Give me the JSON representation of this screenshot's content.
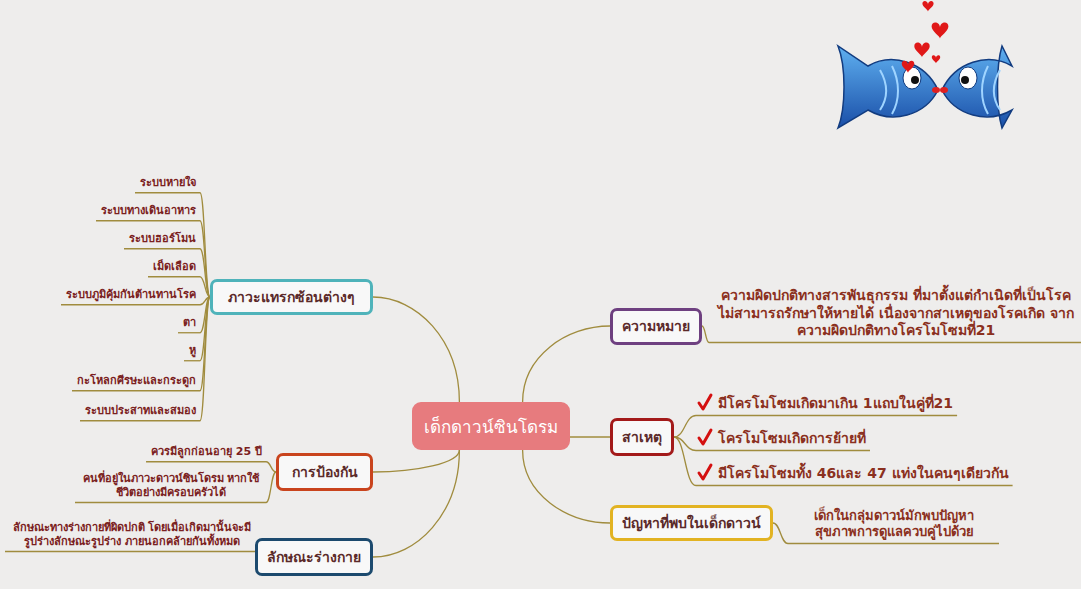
{
  "diagram": {
    "nodes": [
      {
        "text": [
          "เด็กดาวน์ซินโดรม"
        ]
      },
      {
        "text": [
          "ความหมาย"
        ]
      },
      {
        "text": [
          "สาเหตุ"
        ]
      },
      {
        "text": [
          "ปัญหาที่พบในเด็กดาวน์"
        ]
      },
      {
        "text": [
          "ภาวะแทรกซ้อนต่างๆ"
        ]
      },
      {
        "text": [
          "การป้องกัน"
        ]
      },
      {
        "text": [
          "ลักษณะร่างกาย"
        ]
      }
    ],
    "edges": [
      {
        "from": 0,
        "to": 1,
        "arrow": "none"
      },
      {
        "from": 0,
        "to": 2,
        "arrow": "none"
      },
      {
        "from": 0,
        "to": 3,
        "arrow": "none"
      },
      {
        "from": 0,
        "to": 4,
        "arrow": "none"
      },
      {
        "from": 0,
        "to": 5,
        "arrow": "none"
      },
      {
        "from": 0,
        "to": 6,
        "arrow": "none"
      }
    ],
    "labels": [
      "ความผิดปกติทางสารพันธุกรรม ที่มาตั้งแต่กำเนิดที่เป็นโรคไม่สามารถรักษาให้หายได้ เนื่องจากสาเหตุของโรคเกิด จากความผิดปกติทางโครโมโซมที่21",
      "มีโครโมโซมเกิดมาเกิน 1แถบในคู่ที่21",
      "โครโมโซมเกิดการย้ายที่",
      "มีโครโมโซมทั้ง 46และ 47 แท่งในคนๆเดียวกัน",
      "เด็กในกลุ่มดาวน์มักพบปัญหา สุขภาพการดูแลควบคู่ไปด้วย",
      "ระบบหายใจ",
      "ระบบทางเดินอาหาร",
      "ระบบฮอร์โมน",
      "เม็ดเลือด",
      "ระบบภูมิคุ้มกันต้านทานโรค",
      "ตา",
      "หู",
      "กะโหลกศีรษะและกระดูก",
      "ระบบประสาทและสมอง",
      "ควรมีลูกก่อนอายุ 25 ปี",
      "คนที่อยู่ในภาวะดาวน์ซินโดรม หากใช้ชีวิตอย่างมีครอบครัวได้",
      "ลักษณะทางร่างกายที่ผิดปกติ โดยเมื่อเกิดมานั้นจะมีรูปร่างลักษณะรูปร่าง ภายนอกคล้ายกันทั้งหมด"
    ]
  }
}
